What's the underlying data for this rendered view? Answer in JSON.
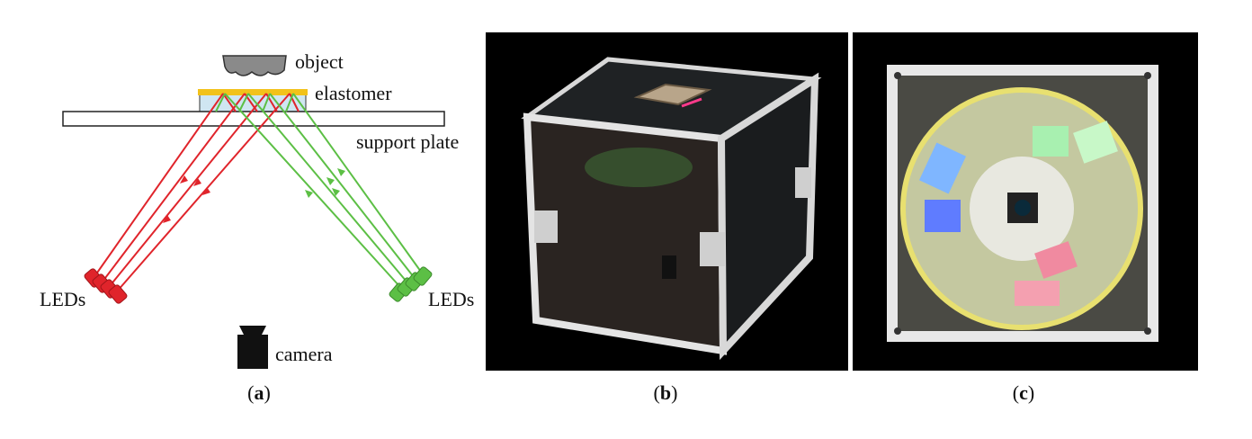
{
  "panel_a": {
    "labels": {
      "object": "object",
      "elastomer": "elastomer",
      "support_plate": "support plate",
      "leds_left": "LEDs",
      "leds_right": "LEDs",
      "camera": "camera"
    },
    "colors": {
      "red_led": "#e0242b",
      "green_led": "#5cbf45",
      "elastomer": "#f2c21a",
      "elastomer_body": "#cfe6f2",
      "object": "#8a8a8a",
      "camera": "#111111"
    }
  },
  "panel_b": {
    "description_icon": "cube-sensor-photo-icon"
  },
  "panel_c": {
    "description_icon": "sensor-top-view-photo-icon"
  },
  "captions": {
    "a": "a",
    "b": "b",
    "c": "c"
  }
}
